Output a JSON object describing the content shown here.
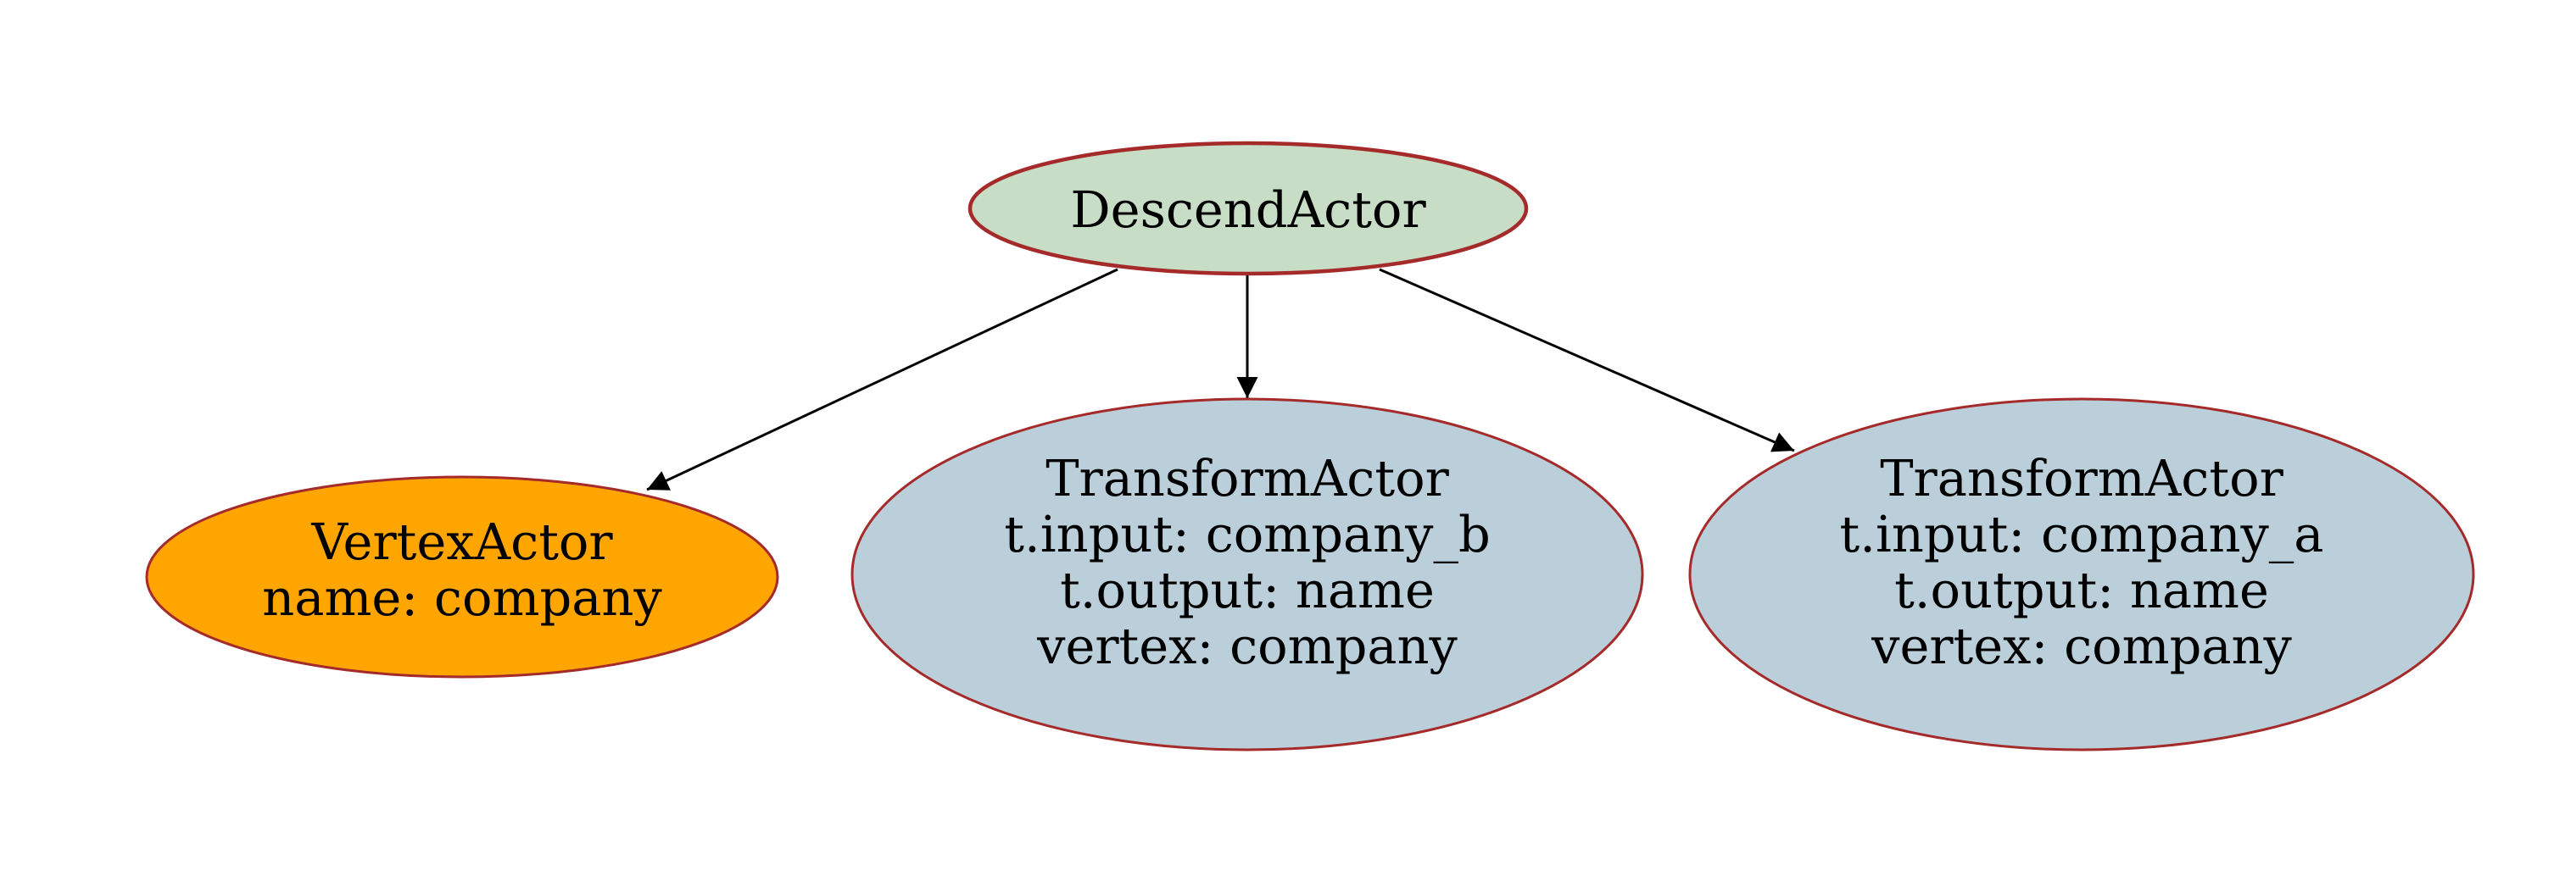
{
  "diagram": {
    "type": "directed-graph",
    "background": "#ffffff",
    "edge_color": "#000000",
    "node_border_color": "#a52a2a",
    "text_color": "#000000",
    "nodes": {
      "descend": {
        "label": "DescendActor",
        "fill": "#c8ddc6"
      },
      "vertex": {
        "lines": [
          "VertexActor",
          "name: company"
        ],
        "fill": "#ffa500"
      },
      "transform_b": {
        "lines": [
          "TransformActor",
          "t.input: company_b",
          "t.output: name",
          "vertex: company"
        ],
        "fill": "#bbcfda"
      },
      "transform_a": {
        "lines": [
          "TransformActor",
          "t.input: company_a",
          "t.output: name",
          "vertex: company"
        ],
        "fill": "#bbcfda"
      }
    },
    "edges": [
      {
        "from": "DescendActor",
        "to": "VertexActor"
      },
      {
        "from": "DescendActor",
        "to": "TransformActor t.input: company_b"
      },
      {
        "from": "DescendActor",
        "to": "TransformActor t.input: company_a"
      }
    ]
  }
}
